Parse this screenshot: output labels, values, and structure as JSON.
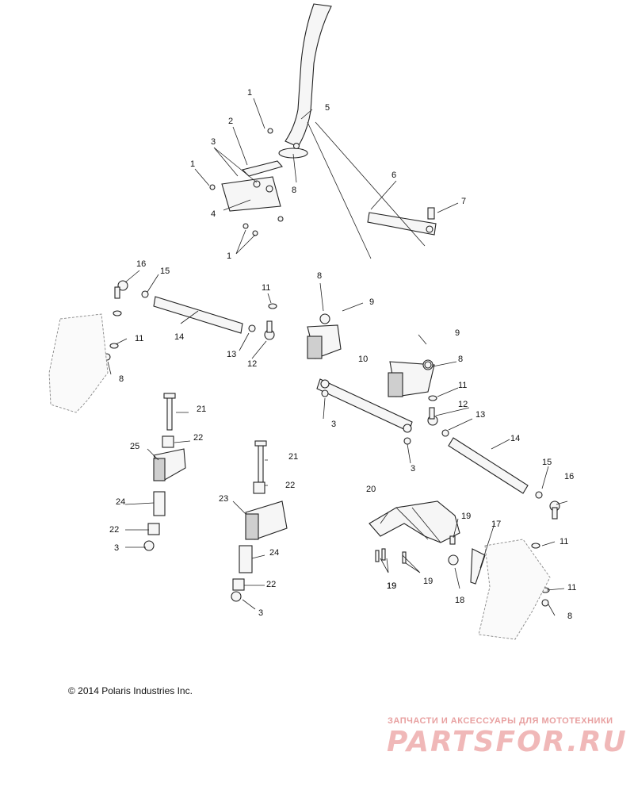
{
  "diagram": {
    "callouts": [
      "1",
      "2",
      "3",
      "1",
      "4",
      "1",
      "5",
      "6",
      "7",
      "8",
      "8",
      "9",
      "9",
      "8",
      "10",
      "11",
      "11",
      "11",
      "11",
      "11",
      "12",
      "12",
      "13",
      "13",
      "14",
      "14",
      "15",
      "15",
      "16",
      "16",
      "3",
      "3",
      "3",
      "3",
      "8",
      "8",
      "17",
      "18",
      "19",
      "19",
      "19",
      "19",
      "20",
      "21",
      "21",
      "22",
      "22",
      "22",
      "22",
      "23",
      "24",
      "24",
      "25"
    ]
  },
  "copyright": "© 2014 Polaris Industries Inc.",
  "watermark": {
    "tagline": "ЗАПЧАСТИ И АКСЕССУАРЫ ДЛЯ МОТОТЕХНИКИ",
    "logo": "PARTSFOR.RU"
  }
}
